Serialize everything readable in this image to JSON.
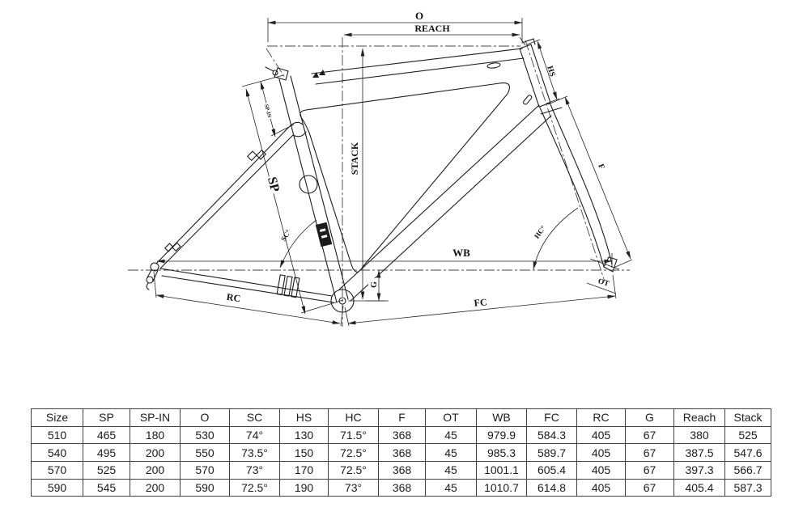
{
  "diagram": {
    "labels": {
      "o": "O",
      "reach": "REACH",
      "stack": "STACK",
      "sp": "SP",
      "sp_in": "SP-IN",
      "hs": "HS",
      "f": "F",
      "wb": "WB",
      "fc": "FC",
      "rc": "RC",
      "g": "G",
      "ot": "OT",
      "hc_angle": "HC°",
      "sc_angle": "SC°"
    }
  },
  "table": {
    "columns": [
      "Size",
      "SP",
      "SP-IN",
      "O",
      "SC",
      "HS",
      "HC",
      "F",
      "OT",
      "WB",
      "FC",
      "RC",
      "G",
      "Reach",
      "Stack"
    ],
    "rows": [
      [
        "510",
        "465",
        "180",
        "530",
        "74°",
        "130",
        "71.5°",
        "368",
        "45",
        "979.9",
        "584.3",
        "405",
        "67",
        "380",
        "525"
      ],
      [
        "540",
        "495",
        "200",
        "550",
        "73.5°",
        "150",
        "72.5°",
        "368",
        "45",
        "985.3",
        "589.7",
        "405",
        "67",
        "387.5",
        "547.6"
      ],
      [
        "570",
        "525",
        "200",
        "570",
        "73°",
        "170",
        "72.5°",
        "368",
        "45",
        "1001.1",
        "605.4",
        "405",
        "67",
        "397.3",
        "566.7"
      ],
      [
        "590",
        "545",
        "200",
        "590",
        "72.5°",
        "190",
        "73°",
        "368",
        "45",
        "1010.7",
        "614.8",
        "405",
        "67",
        "405.4",
        "587.3"
      ]
    ]
  },
  "colors": {
    "line": "#1c1c1c",
    "dimension": "#222222",
    "background": "#ffffff"
  }
}
